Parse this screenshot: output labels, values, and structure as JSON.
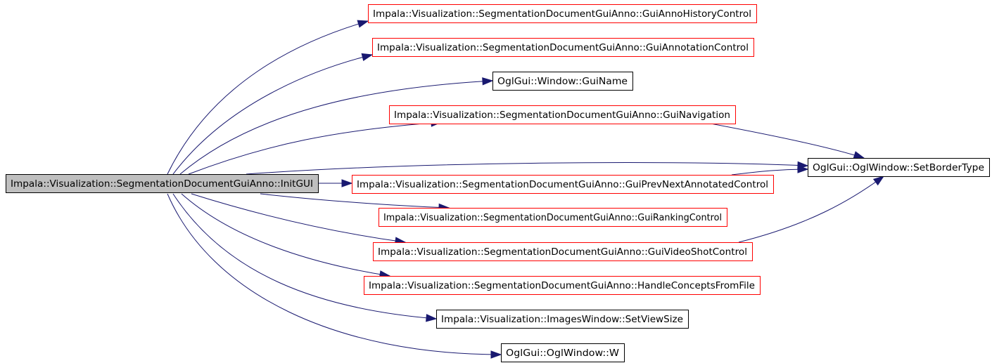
{
  "diagram": {
    "colors": {
      "edge": "#191970",
      "root_fill": "#bfbfbf",
      "root_border": "#000000",
      "linked_border": "#ff0000",
      "plain_border": "#000000",
      "text": "#000000"
    },
    "nodes": [
      {
        "id": "initgui",
        "label": "Impala::Visualization::SegmentationDocumentGuiAnno::InitGUI",
        "kind": "root"
      },
      {
        "id": "history",
        "label": "Impala::Visualization::SegmentationDocumentGuiAnno::GuiAnnoHistoryControl",
        "kind": "linked"
      },
      {
        "id": "annotation",
        "label": "Impala::Visualization::SegmentationDocumentGuiAnno::GuiAnnotationControl",
        "kind": "linked"
      },
      {
        "id": "guiname",
        "label": "OglGui::Window::GuiName",
        "kind": "plain"
      },
      {
        "id": "navigation",
        "label": "Impala::Visualization::SegmentationDocumentGuiAnno::GuiNavigation",
        "kind": "linked"
      },
      {
        "id": "bordertype",
        "label": "OglGui::OglWindow::SetBorderType",
        "kind": "plain"
      },
      {
        "id": "prevnext",
        "label": "Impala::Visualization::SegmentationDocumentGuiAnno::GuiPrevNextAnnotatedControl",
        "kind": "linked"
      },
      {
        "id": "ranking",
        "label": "Impala::Visualization::SegmentationDocumentGuiAnno::GuiRankingControl",
        "kind": "linked"
      },
      {
        "id": "videoshot",
        "label": "Impala::Visualization::SegmentationDocumentGuiAnno::GuiVideoShotControl",
        "kind": "linked"
      },
      {
        "id": "concepts",
        "label": "Impala::Visualization::SegmentationDocumentGuiAnno::HandleConceptsFromFile",
        "kind": "linked"
      },
      {
        "id": "viewsize",
        "label": "Impala::Visualization::ImagesWindow::SetViewSize",
        "kind": "plain"
      },
      {
        "id": "oglw",
        "label": "OglGui::OglWindow::W",
        "kind": "plain"
      }
    ],
    "edges": [
      {
        "from": "initgui",
        "to": "history"
      },
      {
        "from": "initgui",
        "to": "annotation"
      },
      {
        "from": "initgui",
        "to": "guiname"
      },
      {
        "from": "initgui",
        "to": "navigation"
      },
      {
        "from": "initgui",
        "to": "bordertype"
      },
      {
        "from": "initgui",
        "to": "prevnext"
      },
      {
        "from": "initgui",
        "to": "ranking"
      },
      {
        "from": "initgui",
        "to": "videoshot"
      },
      {
        "from": "initgui",
        "to": "concepts"
      },
      {
        "from": "initgui",
        "to": "viewsize"
      },
      {
        "from": "initgui",
        "to": "oglw"
      },
      {
        "from": "navigation",
        "to": "bordertype"
      },
      {
        "from": "prevnext",
        "to": "bordertype"
      },
      {
        "from": "videoshot",
        "to": "bordertype"
      }
    ]
  }
}
